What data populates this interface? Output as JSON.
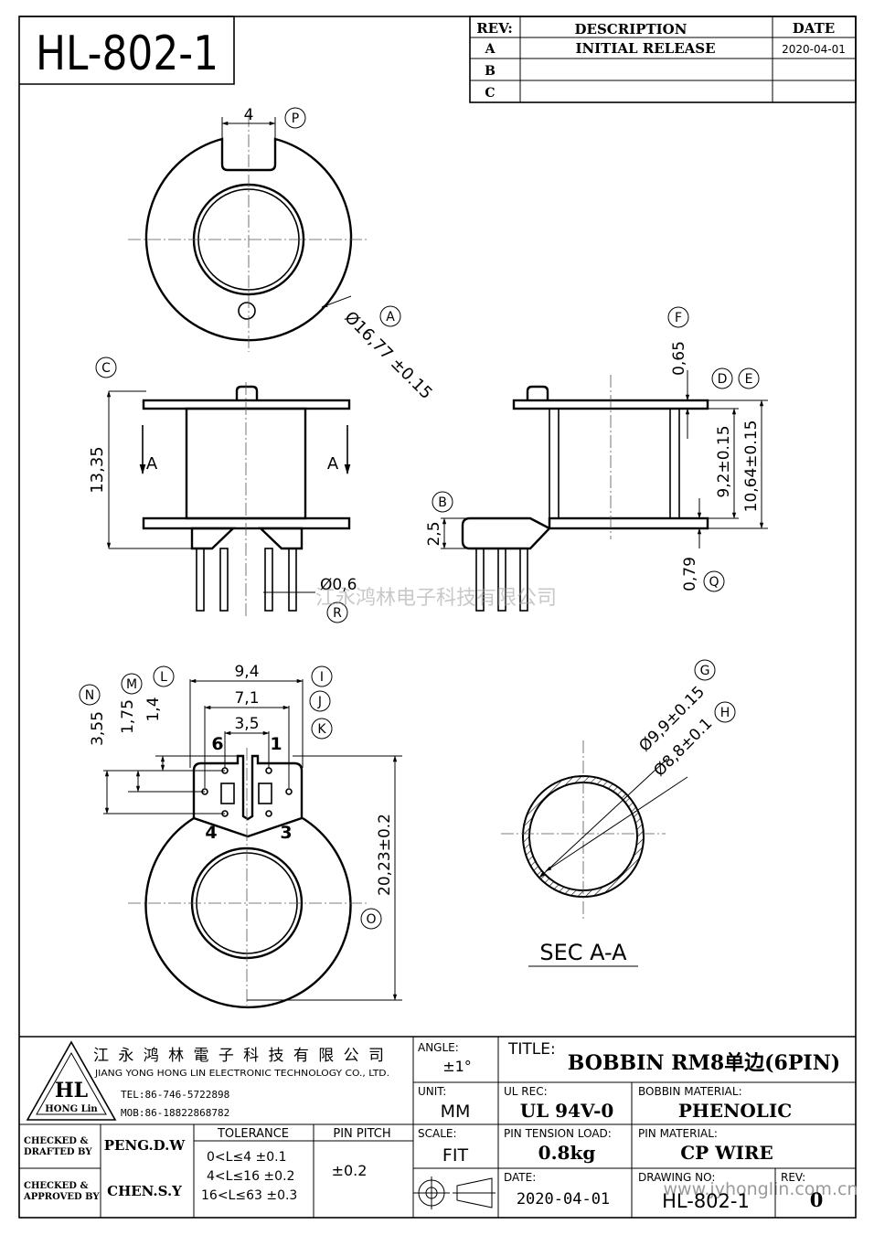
{
  "part_number": "HL-802-1",
  "revision_table": {
    "headers": {
      "rev": "REV:",
      "description": "DESCRIPTION",
      "date": "DATE"
    },
    "rows": [
      {
        "rev": "A",
        "description": "INITIAL RELEASE",
        "date": "2020-04-01"
      },
      {
        "rev": "B",
        "description": "",
        "date": ""
      },
      {
        "rev": "C",
        "description": "",
        "date": ""
      }
    ]
  },
  "dimensions": {
    "top_slot_width": "4",
    "outer_diameter": "Ø16,77 ±0.15",
    "height": "13,35",
    "section_mark": "A",
    "pin_diameter": "Ø0,6",
    "flange_thickness": "0,65",
    "winding_height": "9,2±0.15",
    "inner_height": "10,64±0.15",
    "base_height": "2,5",
    "bottom_flange": "0,79",
    "width_94": "9,4",
    "width_71": "7,1",
    "width_35": "3,5",
    "dim_355": "3,55",
    "dim_175": "1,75",
    "dim_14": "1,4",
    "overall_length": "20,23±0.2",
    "sec_outer": "Ø9,9±0.15",
    "sec_inner": "Ø8,8±0.1",
    "section_title": "SEC A-A"
  },
  "labels": {
    "P": "P",
    "A": "A",
    "C": "C",
    "F": "F",
    "D": "D",
    "E": "E",
    "B": "B",
    "Q": "Q",
    "R": "R",
    "N": "N",
    "M": "M",
    "L": "L",
    "I": "I",
    "J": "J",
    "K": "K",
    "G": "G",
    "H": "H",
    "O": "O"
  },
  "pins": {
    "p6": "6",
    "p1": "1",
    "p4": "4",
    "p3": "3"
  },
  "watermark": "江永鸿林电子科技有限公司",
  "watermark_url": "www.jyhonglin.com.cn",
  "title_block": {
    "company_cn": "江 永 鸿 林 電 子 科 技 有 限 公 司",
    "company_en": "JIANG YONG HONG LIN ELECTRONIC TECHNOLOGY CO., LTD.",
    "logo_text": "HL",
    "logo_sub": "HONG Lin",
    "tel": "TEL:86-746-5722898",
    "mob": "MOB:86-18822868782",
    "angle_label": "ANGLE:",
    "angle_value": "±1°",
    "title_label": "TITLE:",
    "title_value": "BOBBIN RM8单边(6PIN)",
    "unit_label": "UNIT:",
    "unit_value": "MM",
    "ul_label": "UL REC:",
    "ul_value": "UL 94V-0",
    "bobbin_material_label": "BOBBIN MATERIAL:",
    "bobbin_material_value": "PHENOLIC",
    "checked_drafted_label1": "CHECKED &",
    "checked_drafted_label2": "DRAFTED BY",
    "drafted_by": "PENG.D.W",
    "tolerance_label": "TOLERANCE",
    "tolerance_rows": [
      "0<L≤4  ±0.1",
      "4<L≤16 ±0.2",
      "16<L≤63 ±0.3"
    ],
    "pin_pitch_label": "PIN PITCH",
    "pin_pitch_value": "±0.2",
    "scale_label": "SCALE:",
    "scale_value": "FIT",
    "pin_tension_label": "PIN TENSION LOAD:",
    "pin_tension_value": "0.8kg",
    "pin_material_label": "PIN MATERIAL:",
    "pin_material_value": "CP WIRE",
    "checked_approved_label1": "CHECKED &",
    "checked_approved_label2": "APPROVED BY",
    "approved_by": "CHEN.S.Y",
    "date_label": "DATE:",
    "date_value": "2020-04-01",
    "drawing_no_label": "DRAWING NO:",
    "drawing_no_value": "HL-802-1",
    "rev_label": "REV:",
    "rev_value": "0"
  }
}
